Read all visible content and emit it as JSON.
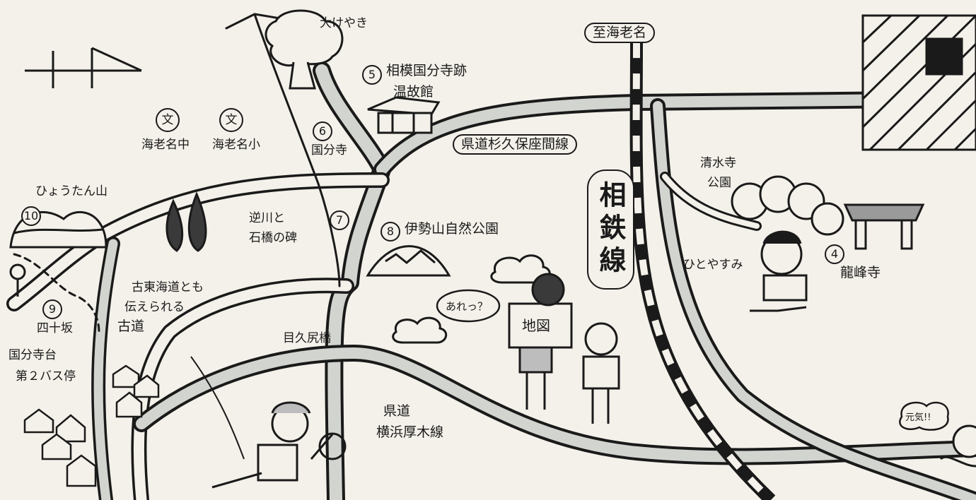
{
  "labels": {
    "okeyaki": "大けやき",
    "to_ebina": "至海老名",
    "sagami_kokubunji": "相模国分寺跡",
    "onkokan": "温故館",
    "kokubunji": "国分寺",
    "ken_sugikubo": "県道杉久保座間線",
    "ebina_naka": "海老名中",
    "ebina_sho": "海老名小",
    "hyotan_yama": "ひょうたん山",
    "sakasagawa_1": "逆川と",
    "sakasagawa_2": "石橋の碑",
    "iseyama": "伊勢山自然公園",
    "furu_tokaido_1": "古東海道とも",
    "furu_tokaido_2": "伝えられる",
    "furu_tokaido_3": "古道",
    "shijussaka": "四十坂",
    "bus_1": "国分寺台",
    "bus_2": "第２バス停",
    "meku_jiribashi": "目久尻橋",
    "ken_yokohama_1": "県道",
    "ken_yokohama_2": "横浜厚木線",
    "sotetsu": "相鉄線",
    "shimizu_1": "清水寺",
    "shimizu_2": "公園",
    "hitoyasumi": "ひとやすみ",
    "ryuhoji": "龍峰寺",
    "are": "あれっ？",
    "chizu": "地図",
    "genki": "元気!!"
  },
  "school_symbol": "文",
  "markers": {
    "m4": "4",
    "m5": "5",
    "m6": "6",
    "m7": "7",
    "m8": "8",
    "m9": "9",
    "m10": "10"
  },
  "colors": {
    "road_fill": "#d2d4cf",
    "ink": "#1a1a1a",
    "paper": "#f4f1ea"
  }
}
